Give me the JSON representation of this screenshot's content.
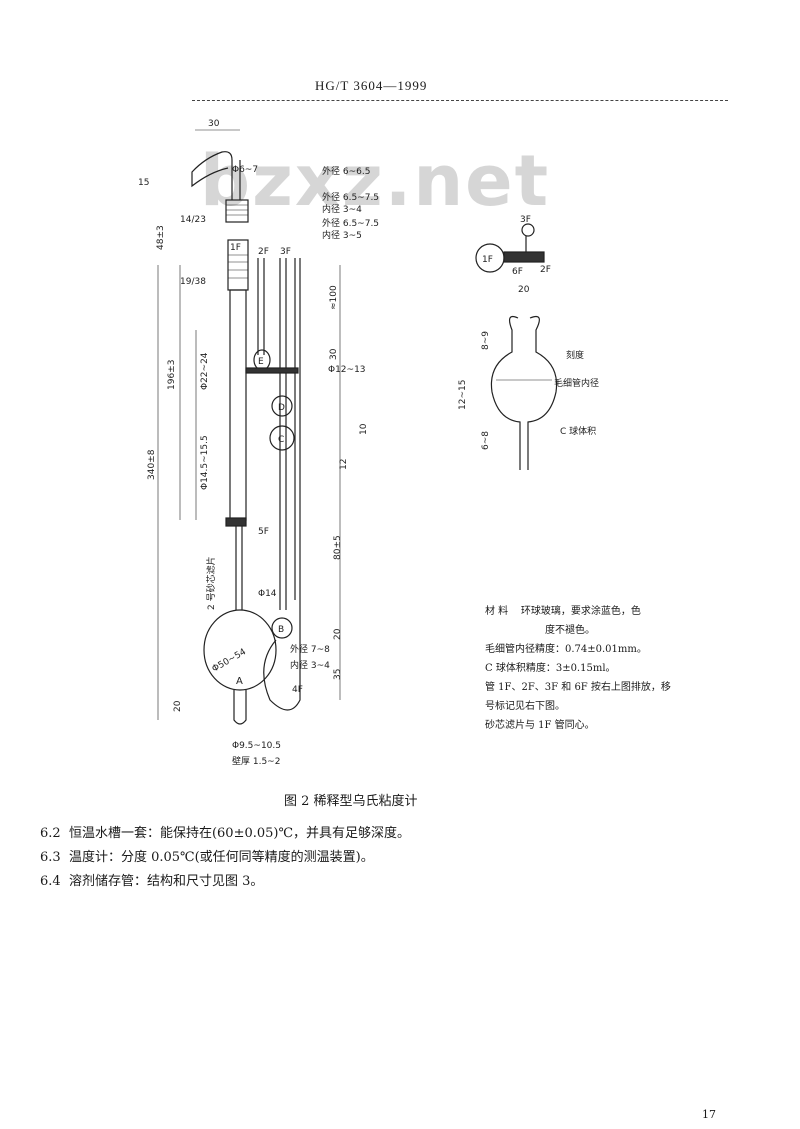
{
  "header": {
    "standard": "HG/T 3604—1999"
  },
  "watermark": "bzxz.net",
  "figure": {
    "caption": "图 2  稀释型乌氏粘度计",
    "dims_top": [
      "30",
      "15",
      "Φ6~7",
      "外径 6~6.5",
      "外径 6.5~7.5",
      "内径 3~4",
      "外径 6.5~7.5",
      "内径 3~5",
      "14/23",
      "19/38",
      "1F",
      "2F",
      "3F"
    ],
    "dims_left": [
      "15",
      "48±3",
      "196±3",
      "340±8",
      "Φ22~24",
      "Φ14.5~15.5",
      "2 号砂芯滤片"
    ],
    "dims_right": [
      "≈100",
      "30",
      "Φ12~13",
      "10",
      "12",
      "80±5",
      "20",
      "35",
      "Φ14",
      "外径 7~8",
      "内径 3~4",
      "4F",
      "5F"
    ],
    "dims_bottom": [
      "Φ50~54",
      "Φ9.5~10.5",
      "壁厚 1.5~2",
      "20"
    ],
    "labels_bulbs": [
      "A",
      "B",
      "C",
      "D",
      "E"
    ],
    "detail_top": [
      "3F",
      "1F",
      "6F",
      "2F",
      "20"
    ],
    "detail_bulb": [
      "刻度",
      "毛细管内径",
      "C 球体积",
      "8~9",
      "6~8",
      "12~15"
    ]
  },
  "notes": {
    "line1": "材  料",
    "line1b": "环球玻璃，要求涂蓝色，色",
    "line2": "度不褪色。",
    "line3": "毛细管内径精度：0.74±0.01mm。",
    "line4": "C 球体积精度：3±0.15ml。",
    "line5": "管 1F、2F、3F 和 6F 按右上图排放，移",
    "line6": "号标记见右下图。",
    "line7": "砂芯滤片与 1F 管同心。"
  },
  "sections": [
    {
      "num": "6.2",
      "text": "恒温水槽一套：能保持在(60±0.05)℃，并具有足够深度。"
    },
    {
      "num": "6.3",
      "text": "温度计：分度 0.05℃(或任何同等精度的测温装置)。"
    },
    {
      "num": "6.4",
      "text": "溶剂储存管：结构和尺寸见图 3。"
    }
  ],
  "page_number": "17"
}
